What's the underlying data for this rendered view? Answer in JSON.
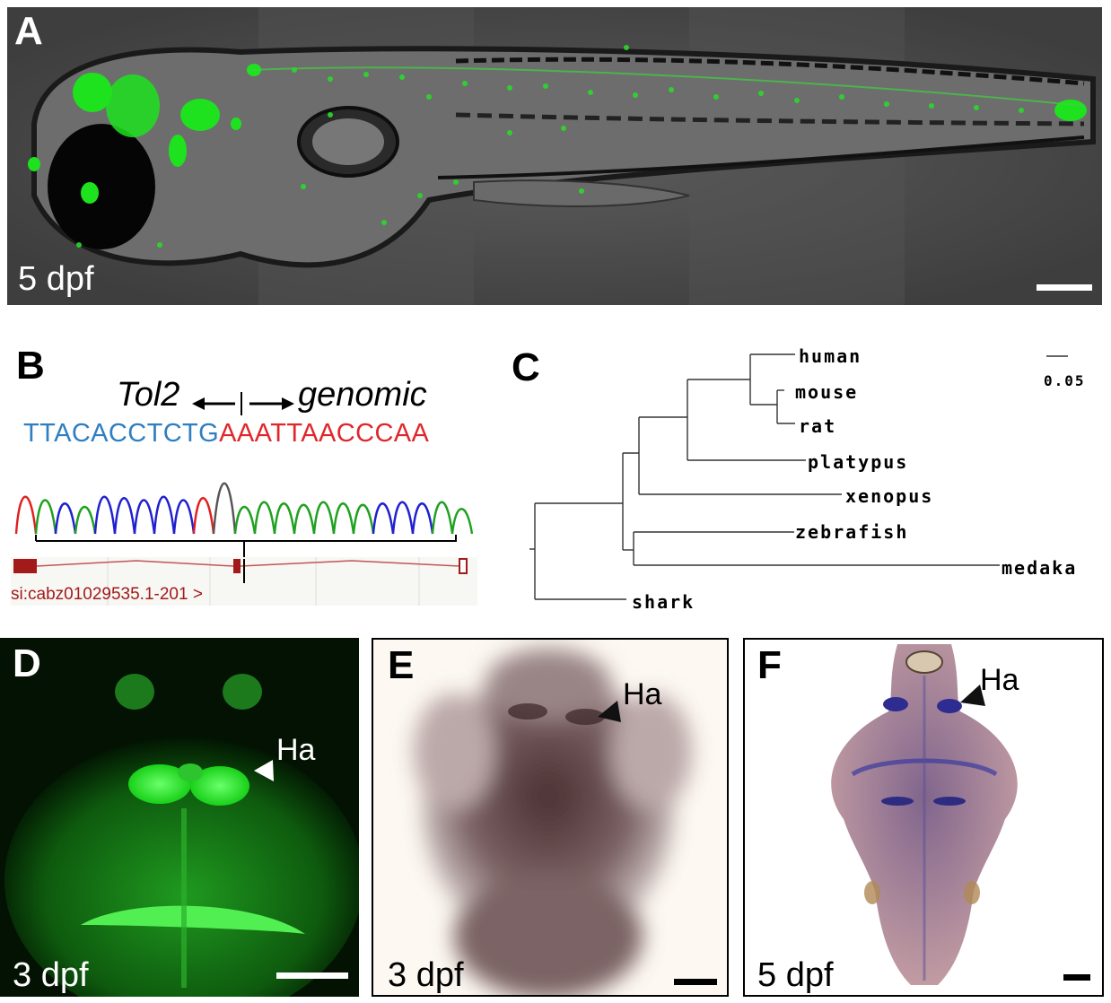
{
  "panelA": {
    "label": "A",
    "stage": "5 dpf"
  },
  "panelB": {
    "label": "B",
    "tol2": "Tol2",
    "genomic": "genomic",
    "seq_tol2": "TTACACCTCTG",
    "seq_genomic": "AAATTAACCCAA",
    "transcript": "si:cabz01029535.1-201 >",
    "colors": {
      "tol2": "#2f7ec1",
      "genomic": "#e0262b",
      "gene": "#a31a1a"
    }
  },
  "panelC": {
    "label": "C",
    "scale_label": "0.05",
    "taxa": [
      "human",
      "mouse",
      "rat",
      "platypus",
      "xenopus",
      "zebrafish",
      "medaka",
      "shark"
    ]
  },
  "panelD": {
    "label": "D",
    "stage": "3 dpf",
    "marker": "Ha"
  },
  "panelE": {
    "label": "E",
    "stage": "3 dpf",
    "marker": "Ha"
  },
  "panelF": {
    "label": "F",
    "stage": "5 dpf",
    "marker": "Ha"
  }
}
